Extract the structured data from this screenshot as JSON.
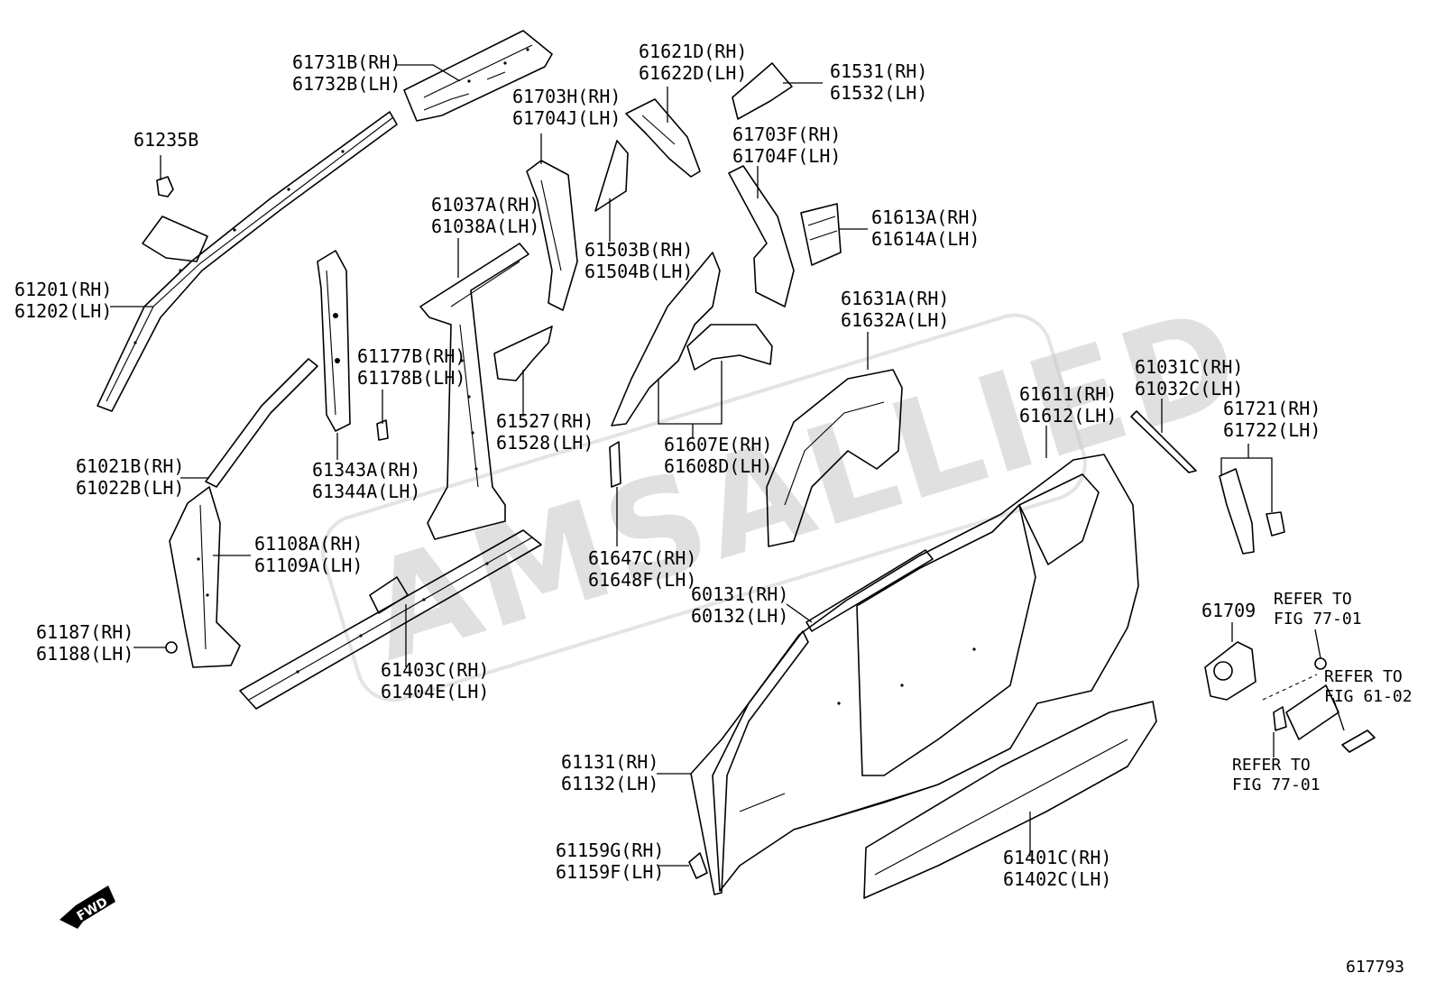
{
  "watermark": "AMSALLIED",
  "figure_number": "617793",
  "fwd_label": "FWD",
  "callouts": [
    {
      "id": "c-61731B",
      "lines": [
        "61731B(RH)",
        "61732B(LH)"
      ]
    },
    {
      "id": "c-61235B",
      "lines": [
        "61235B"
      ]
    },
    {
      "id": "c-61201",
      "lines": [
        "61201(RH)",
        "61202(LH)"
      ]
    },
    {
      "id": "c-61621D",
      "lines": [
        "61621D(RH)",
        "61622D(LH)"
      ]
    },
    {
      "id": "c-61531",
      "lines": [
        "61531(RH)",
        "61532(LH)"
      ]
    },
    {
      "id": "c-61703H",
      "lines": [
        "61703H(RH)",
        "61704J(LH)"
      ]
    },
    {
      "id": "c-61703F",
      "lines": [
        "61703F(RH)",
        "61704F(LH)"
      ]
    },
    {
      "id": "c-61037A",
      "lines": [
        "61037A(RH)",
        "61038A(LH)"
      ]
    },
    {
      "id": "c-61613A",
      "lines": [
        "61613A(RH)",
        "61614A(LH)"
      ]
    },
    {
      "id": "c-61503B",
      "lines": [
        "61503B(RH)",
        "61504B(LH)"
      ]
    },
    {
      "id": "c-61177B",
      "lines": [
        "61177B(RH)",
        "61178B(LH)"
      ]
    },
    {
      "id": "c-61631A",
      "lines": [
        "61631A(RH)",
        "61632A(LH)"
      ]
    },
    {
      "id": "c-61527",
      "lines": [
        "61527(RH)",
        "61528(LH)"
      ]
    },
    {
      "id": "c-61607E",
      "lines": [
        "61607E(RH)",
        "61608D(LH)"
      ]
    },
    {
      "id": "c-61031C",
      "lines": [
        "61031C(RH)",
        "61032C(LH)"
      ]
    },
    {
      "id": "c-61611",
      "lines": [
        "61611(RH)",
        "61612(LH)"
      ]
    },
    {
      "id": "c-61721",
      "lines": [
        "61721(RH)",
        "61722(LH)"
      ]
    },
    {
      "id": "c-61021B",
      "lines": [
        "61021B(RH)",
        "61022B(LH)"
      ]
    },
    {
      "id": "c-61343A",
      "lines": [
        "61343A(RH)",
        "61344A(LH)"
      ]
    },
    {
      "id": "c-61108A",
      "lines": [
        "61108A(RH)",
        "61109A(LH)"
      ]
    },
    {
      "id": "c-61647C",
      "lines": [
        "61647C(RH)",
        "61648F(LH)"
      ]
    },
    {
      "id": "c-60131",
      "lines": [
        "60131(RH)",
        "60132(LH)"
      ]
    },
    {
      "id": "c-61709",
      "lines": [
        "61709"
      ]
    },
    {
      "id": "c-refer-77-top",
      "lines": [
        "REFER TO",
        "FIG 77-01"
      ]
    },
    {
      "id": "c-61187",
      "lines": [
        "61187(RH)",
        "61188(LH)"
      ]
    },
    {
      "id": "c-61403C",
      "lines": [
        "61403C(RH)",
        "61404E(LH)"
      ]
    },
    {
      "id": "c-refer-61",
      "lines": [
        "REFER TO",
        "FIG 61-02"
      ]
    },
    {
      "id": "c-61131",
      "lines": [
        "61131(RH)",
        "61132(LH)"
      ]
    },
    {
      "id": "c-refer-77-bottom",
      "lines": [
        "REFER TO",
        "FIG 77-01"
      ]
    },
    {
      "id": "c-61159G",
      "lines": [
        "61159G(RH)",
        "61159F(LH)"
      ]
    },
    {
      "id": "c-61401C",
      "lines": [
        "61401C(RH)",
        "61402C(LH)"
      ]
    }
  ]
}
